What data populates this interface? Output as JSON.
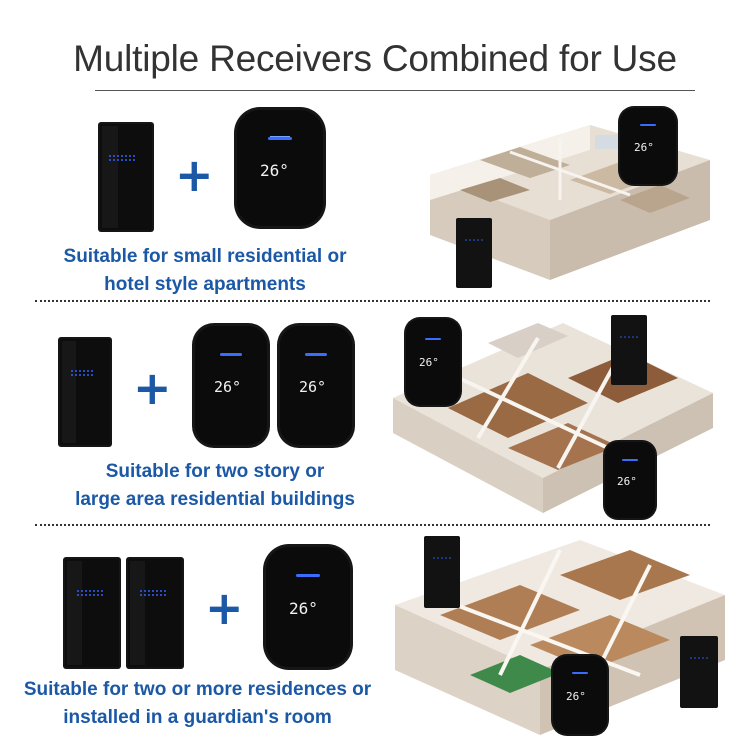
{
  "header": {
    "title": "Multiple Receivers Combined for Use"
  },
  "sections": [
    {
      "caption_line1": "Suitable for small residential or",
      "caption_line2": "hotel style apartments",
      "plus": "+"
    },
    {
      "caption_line1": "Suitable for two story or",
      "caption_line2": "large area residential buildings",
      "plus": "+"
    },
    {
      "caption_line1": "Suitable for two or more residences or",
      "caption_line2": "installed in a guardian's room",
      "plus": "+"
    }
  ],
  "device": {
    "display": "26°"
  },
  "colors": {
    "accent_blue": "#1b58a6",
    "device_body": "#111111",
    "indicator_blue": "#3060ff",
    "title_gray": "#333333"
  }
}
